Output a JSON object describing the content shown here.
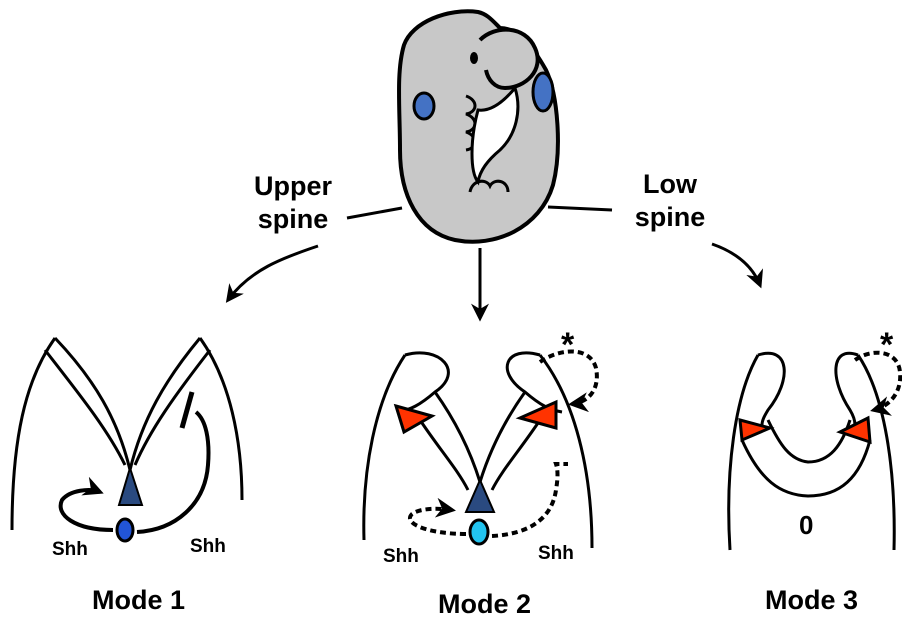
{
  "routes": {
    "upper_line1": "Upper",
    "upper_line2": "spine",
    "low_line1": "Low",
    "low_line2": "spine"
  },
  "modes": {
    "mode1": "Mode 1",
    "mode2": "Mode 2",
    "mode3": "Mode 3"
  },
  "signals": {
    "shh": "Shh"
  },
  "marks": {
    "asterisk": "*",
    "zero": "0"
  },
  "colors": {
    "embryo_fill": "#c8c8c8",
    "blue_oval": "#4472c4",
    "floor_plate": "#2a4a80",
    "notochord_mode1": "#2255d6",
    "notochord_mode2": "#22c4f0",
    "red_triangle": "#ff3300",
    "outline": "#000000"
  }
}
